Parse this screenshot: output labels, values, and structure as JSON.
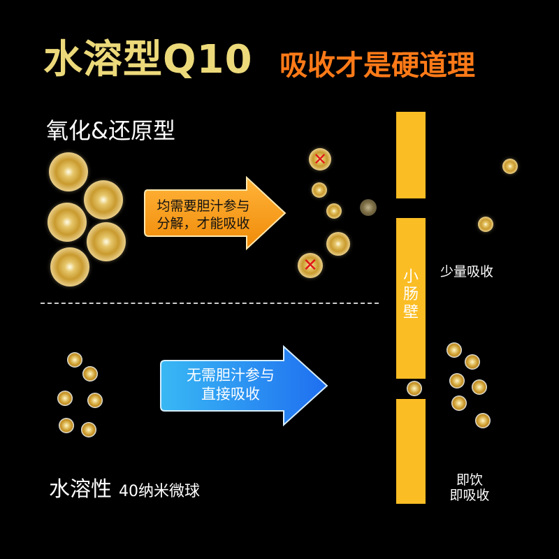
{
  "title": {
    "main": "水溶型Q10",
    "sub": "吸收才是硬道理"
  },
  "top_section": {
    "label": "氧化&还原型",
    "arrow_text_line1": "均需要胆汁参与",
    "arrow_text_line2": "分解，才能吸收",
    "result_text": "少量吸收"
  },
  "bottom_section": {
    "label_big": "水溶性",
    "label_small": "40纳米微球",
    "arrow_text_line1": "无需胆汁参与",
    "arrow_text_line2": "直接吸收",
    "result_text_line1": "即饮",
    "result_text_line2": "即吸收"
  },
  "wall": {
    "label": "小肠壁"
  },
  "colors": {
    "title_main": "#ecd97a",
    "title_sub": "#ff7a18",
    "wall": "#fbbd24",
    "arrow_orange": "#f79a12",
    "arrow_blue": "#1f7ef0",
    "reject_mark": "#e01818"
  },
  "icons": {
    "reject": "x-mark-icon"
  }
}
